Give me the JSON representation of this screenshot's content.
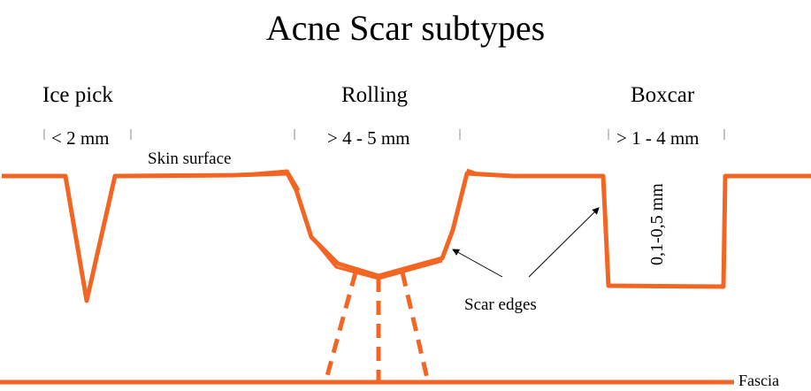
{
  "title": "Acne Scar subtypes",
  "subtypes": [
    {
      "name": "Ice pick",
      "size": "< 2 mm"
    },
    {
      "name": "Rolling",
      "size": "> 4 - 5 mm"
    },
    {
      "name": "Boxcar",
      "size": "> 1 - 4 mm",
      "depth": "0,1-0,5 mm"
    }
  ],
  "labels": {
    "skin_surface": "Skin surface",
    "scar_edges": "Scar edges",
    "fascia": "Fascia"
  },
  "colors": {
    "skin": "#f26522",
    "arrow": "#000000"
  }
}
